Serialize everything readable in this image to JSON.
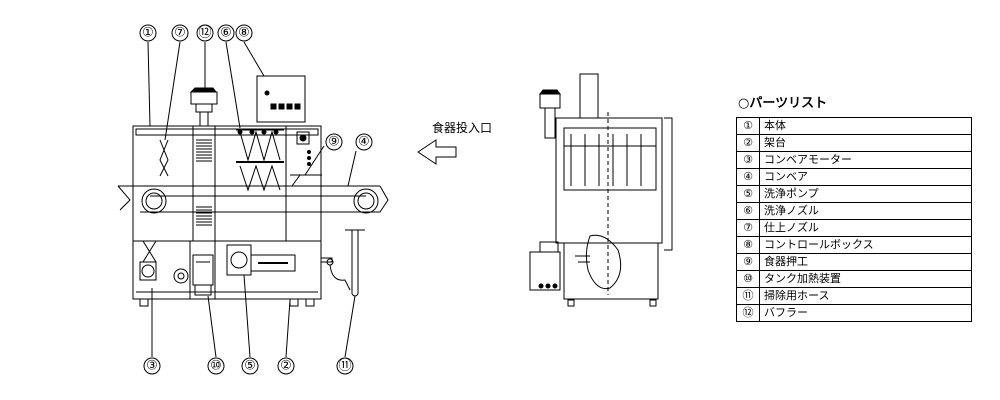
{
  "callouts": {
    "c1": "①",
    "c2": "②",
    "c3": "③",
    "c4": "④",
    "c5": "⑤",
    "c6": "⑥",
    "c7": "⑦",
    "c8": "⑧",
    "c9": "⑨",
    "c10": "⑩",
    "c11": "⑪",
    "c12": "⑫"
  },
  "feed_label": "食器投入口",
  "parts_list": {
    "title": "○パーツリスト",
    "items": [
      {
        "num": "①",
        "name": "本体"
      },
      {
        "num": "②",
        "name": "架台"
      },
      {
        "num": "③",
        "name": "コンベアモーター"
      },
      {
        "num": "④",
        "name": "コンベア"
      },
      {
        "num": "⑤",
        "name": "洗浄ポンプ"
      },
      {
        "num": "⑥",
        "name": "洗浄ノズル"
      },
      {
        "num": "⑦",
        "name": "仕上ノズル"
      },
      {
        "num": "⑧",
        "name": "コントロールボックス"
      },
      {
        "num": "⑨",
        "name": "食器押工"
      },
      {
        "num": "⑩",
        "name": "タンク加熱装置"
      },
      {
        "num": "⑪",
        "name": "掃除用ホース"
      },
      {
        "num": "⑫",
        "name": "バフラー"
      }
    ]
  }
}
